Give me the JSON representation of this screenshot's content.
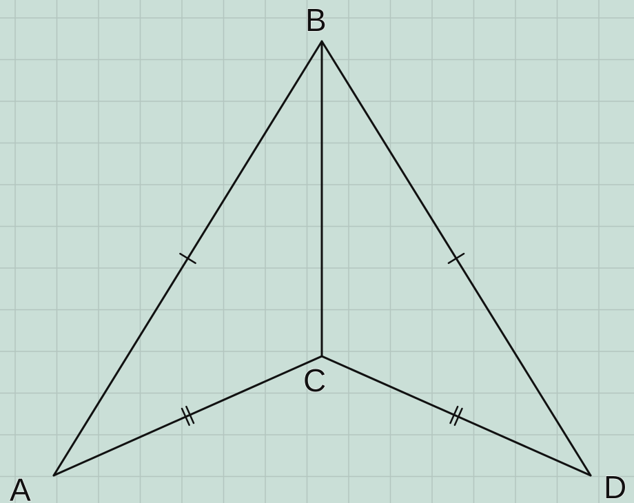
{
  "diagram": {
    "background_color": "#cadfd7",
    "grid_color": "#b3c6bf",
    "line_color": "#111111",
    "grid": true,
    "points": {
      "A": {
        "label": "A"
      },
      "B": {
        "label": "B"
      },
      "C": {
        "label": "C"
      },
      "D": {
        "label": "D"
      }
    },
    "segments": [
      {
        "name": "AB",
        "from": "A",
        "to": "B",
        "equal_marks": 1
      },
      {
        "name": "BD",
        "from": "B",
        "to": "D",
        "equal_marks": 1
      },
      {
        "name": "BC",
        "from": "B",
        "to": "C",
        "equal_marks": 0
      },
      {
        "name": "AC",
        "from": "A",
        "to": "C",
        "equal_marks": 2
      },
      {
        "name": "CD",
        "from": "C",
        "to": "D",
        "equal_marks": 2
      }
    ]
  }
}
